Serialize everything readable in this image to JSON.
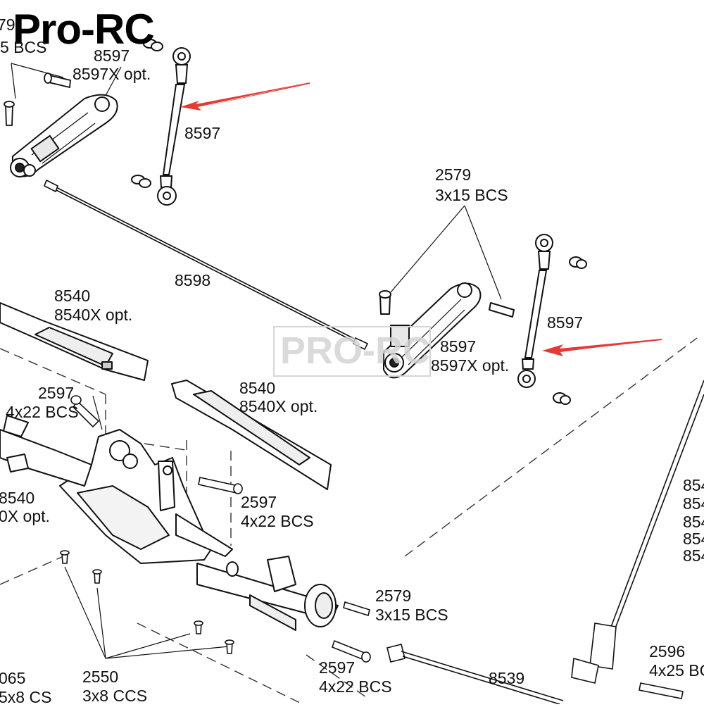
{
  "brand": {
    "title": "Pro-RC"
  },
  "watermark": {
    "text": "PRO-RC"
  },
  "colors": {
    "arrow": "#e53935",
    "line": "#222222",
    "watermark": "#d4d4d4"
  },
  "labels": {
    "l_2579_tl": "79",
    "l_bcs_tl": "5 BCS",
    "l_8597_top": "8597",
    "l_8597x_top": "8597X opt.",
    "l_8597_left_link": "8597",
    "l_2579_right": "2579",
    "l_3x15_right": "3x15 BCS",
    "l_8598": "8598",
    "l_8540_a": "8540",
    "l_8540x_a": "8540X opt.",
    "l_8597_right_link": "8597",
    "l_8597_right_arm": "8597",
    "l_8597x_right_arm": "8597X opt.",
    "l_2597_a": "2597",
    "l_4x22_a": "4x22 BCS",
    "l_8540_b": "8540",
    "l_8540x_b": "8540X opt.",
    "l_8540_c": "8540",
    "l_8540x_c": "0X opt.",
    "l_2597_b": "2597",
    "l_4x22_b": "4x22 BCS",
    "l_2579_c": "2579",
    "l_3x15_c": "3x15 BCS",
    "l_2597_d": "2597",
    "l_4x22_d": "4x22 BCS",
    "l_2550": "2550",
    "l_3x8": "3x8 CCS",
    "l_065": "065",
    "l_5x8": "5x8 CS",
    "l_8539": "8539",
    "l_2596": "2596",
    "l_4x25": "4x25 BC",
    "l_854_1": "854",
    "l_854_2": "854",
    "l_854_3": "854",
    "l_854_4": "854",
    "l_854_5": "854"
  }
}
